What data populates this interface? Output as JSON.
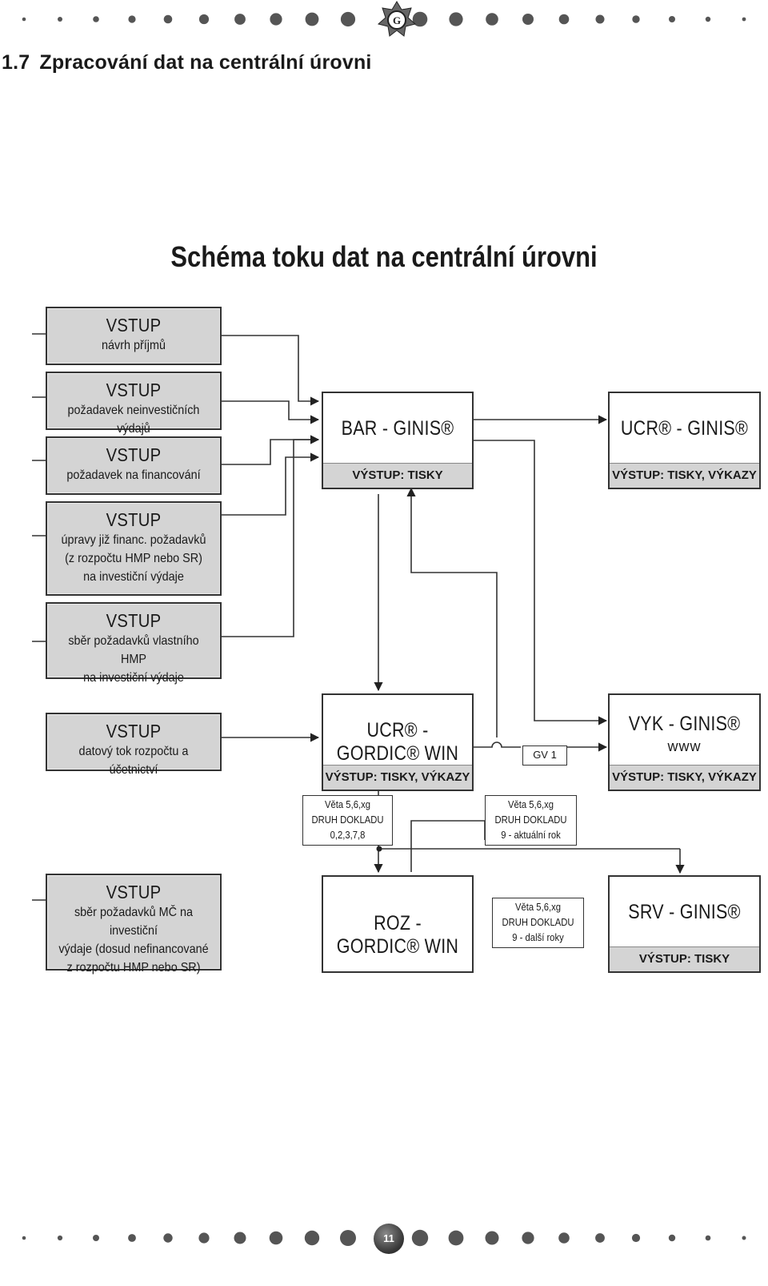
{
  "heading": {
    "number": "1.7",
    "text": "Zpracování dat na centrální úrovni"
  },
  "schema_title": "Schéma toku dat na centrální úrovni",
  "inputs": [
    {
      "title": "VSTUP",
      "lines": [
        "návrh příjmů"
      ]
    },
    {
      "title": "VSTUP",
      "lines": [
        "požadavek neinvestičních výdajů"
      ]
    },
    {
      "title": "VSTUP",
      "lines": [
        "požadavek na financování"
      ]
    },
    {
      "title": "VSTUP",
      "lines": [
        "úpravy již financ. požadavků",
        "(z rozpočtu HMP nebo SR)",
        "na investiční výdaje"
      ]
    },
    {
      "title": "VSTUP",
      "lines": [
        "sběr požadavků vlastního HMP",
        "na investiční výdaje"
      ]
    },
    {
      "title": "VSTUP",
      "lines": [
        "datový tok rozpočtu a účetnictví"
      ]
    },
    {
      "title": "VSTUP",
      "lines": [
        "sběr požadavků MČ na investiční",
        "výdaje (dosud nefinancované",
        "z rozpočtu HMP nebo SR)"
      ]
    }
  ],
  "processes": {
    "bar": {
      "name": "BAR - GINIS®",
      "output": "VÝSTUP: TISKY"
    },
    "ucr_ginis": {
      "name": "UCR® - GINIS®",
      "output": "VÝSTUP: TISKY, VÝKAZY"
    },
    "ucr_gordic": {
      "name": "UCR® - GORDIC® WIN",
      "output": "VÝSTUP: TISKY, VÝKAZY"
    },
    "vyk": {
      "name": "VYK - GINIS®",
      "sub": "www",
      "output": "VÝSTUP: TISKY, VÝKAZY"
    },
    "roz": {
      "name": "ROZ - GORDIC® WIN"
    },
    "srv": {
      "name": "SRV - GINIS®",
      "output": "VÝSTUP: TISKY"
    }
  },
  "notes": [
    {
      "lines": [
        "Věta 5,6,xg",
        "DRUH DOKLADU",
        "0,2,3,7,8"
      ]
    },
    {
      "lines": [
        "Věta 5,6,xg",
        "DRUH DOKLADU",
        "9 - aktuální rok"
      ]
    },
    {
      "lines": [
        "Věta 5,6,xg",
        "DRUH DOKLADU",
        "9 - další roky"
      ]
    }
  ],
  "gv_label": "GV 1",
  "page_number": "11",
  "colors": {
    "box_fill": "#d4d4d4",
    "line": "#333333"
  }
}
